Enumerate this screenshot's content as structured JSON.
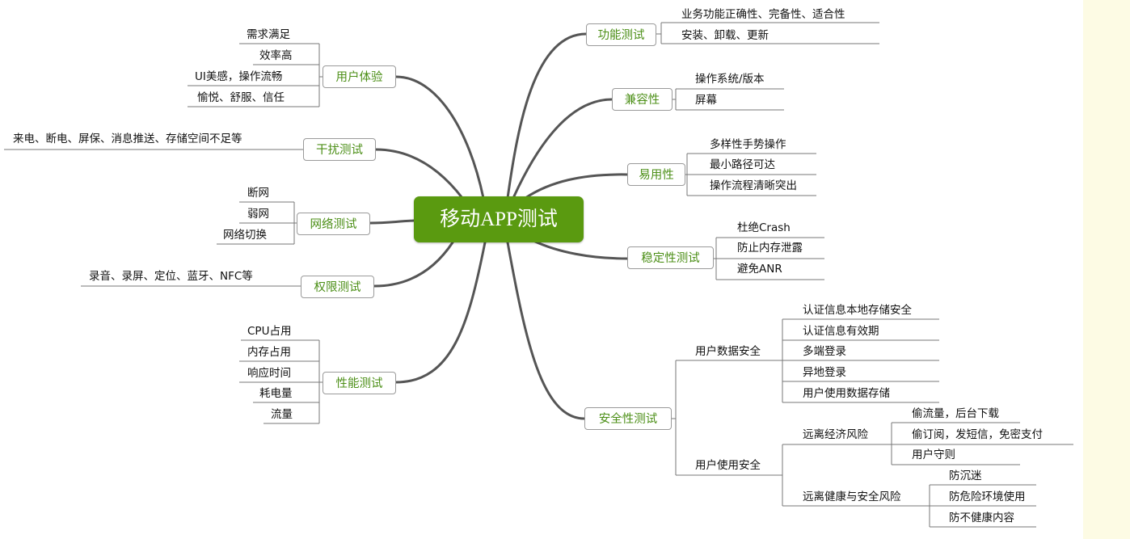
{
  "center": "移动APP测试",
  "branches": {
    "functional": {
      "label": "功能测试",
      "items": [
        "业务功能正确性、完备性、适合性",
        "安装、卸载、更新"
      ]
    },
    "compatibility": {
      "label": "兼容性",
      "items": [
        "操作系统/版本",
        "屏幕"
      ]
    },
    "usability": {
      "label": "易用性",
      "items": [
        "多样性手势操作",
        "最小路径可达",
        "操作流程清晰突出"
      ]
    },
    "stability": {
      "label": "稳定性测试",
      "items": [
        "杜绝Crash",
        "防止内存泄露",
        "避免ANR"
      ]
    },
    "security": {
      "label": "安全性测试",
      "data_security": {
        "label": "用户数据安全",
        "items": [
          "认证信息本地存储安全",
          "认证信息有效期",
          "多端登录",
          "异地登录",
          "用户使用数据存储"
        ]
      },
      "usage_security": {
        "label": "用户使用安全",
        "economic": {
          "label": "远离经济风险",
          "items": [
            "偷流量，后台下载",
            "偷订阅，发短信，免密支付",
            "用户守则"
          ]
        },
        "health": {
          "label": "远离健康与安全风险",
          "items": [
            "防沉迷",
            "防危险环境使用",
            "防不健康内容"
          ]
        }
      }
    },
    "ux": {
      "label": "用户体验",
      "items": [
        "需求满足",
        "效率高",
        "UI美感，操作流畅",
        "愉悦、舒服、信任"
      ]
    },
    "interference": {
      "label": "干扰测试",
      "items": [
        "来电、断电、屏保、消息推送、存储空间不足等"
      ]
    },
    "network": {
      "label": "网络测试",
      "items": [
        "断网",
        "弱网",
        "网络切换"
      ]
    },
    "permission": {
      "label": "权限测试",
      "items": [
        "录音、录屏、定位、蓝牙、NFC等"
      ]
    },
    "performance": {
      "label": "性能测试",
      "items": [
        "CPU占用",
        "内存占用",
        "响应时间",
        "耗电量",
        "流量"
      ]
    }
  },
  "colors": {
    "center_fill": "#5a9a10",
    "branch_text": "#4c8f17",
    "connector": "#555555",
    "underline": "#777777",
    "side_panel": "#fdfbe4"
  }
}
